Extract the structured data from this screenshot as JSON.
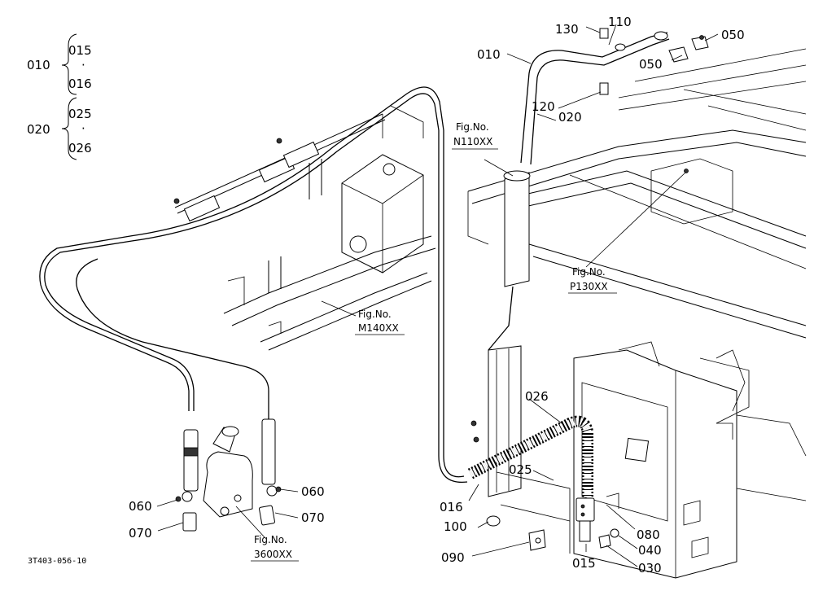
{
  "legend": {
    "group1": {
      "parent": "010",
      "top": "015",
      "dot": "·",
      "bottom": "016"
    },
    "group2": {
      "parent": "020",
      "top": "025",
      "dot": "·",
      "bottom": "026"
    }
  },
  "callouts": {
    "p130": "130",
    "p110": "110",
    "p050a": "050",
    "p050b": "050",
    "p010": "010",
    "p120": "120",
    "p020": "020",
    "p026": "026",
    "p025": "025",
    "p016": "016",
    "p100": "100",
    "p090": "090",
    "p015": "015",
    "p080": "080",
    "p040": "040",
    "p030": "030",
    "p060a": "060",
    "p060b": "060",
    "p070a": "070",
    "p070b": "070"
  },
  "fig_refs": {
    "n110": {
      "line1": "Fig.No.",
      "line2": "N110XX"
    },
    "m140": {
      "line1": "Fig.No.",
      "line2": "M140XX"
    },
    "p130": {
      "line1": "Fig.No.",
      "line2": "P130XX"
    },
    "f3600": {
      "line1": "Fig.No.",
      "line2": "3600XX"
    }
  },
  "drawing_code": "3T403-056-10"
}
